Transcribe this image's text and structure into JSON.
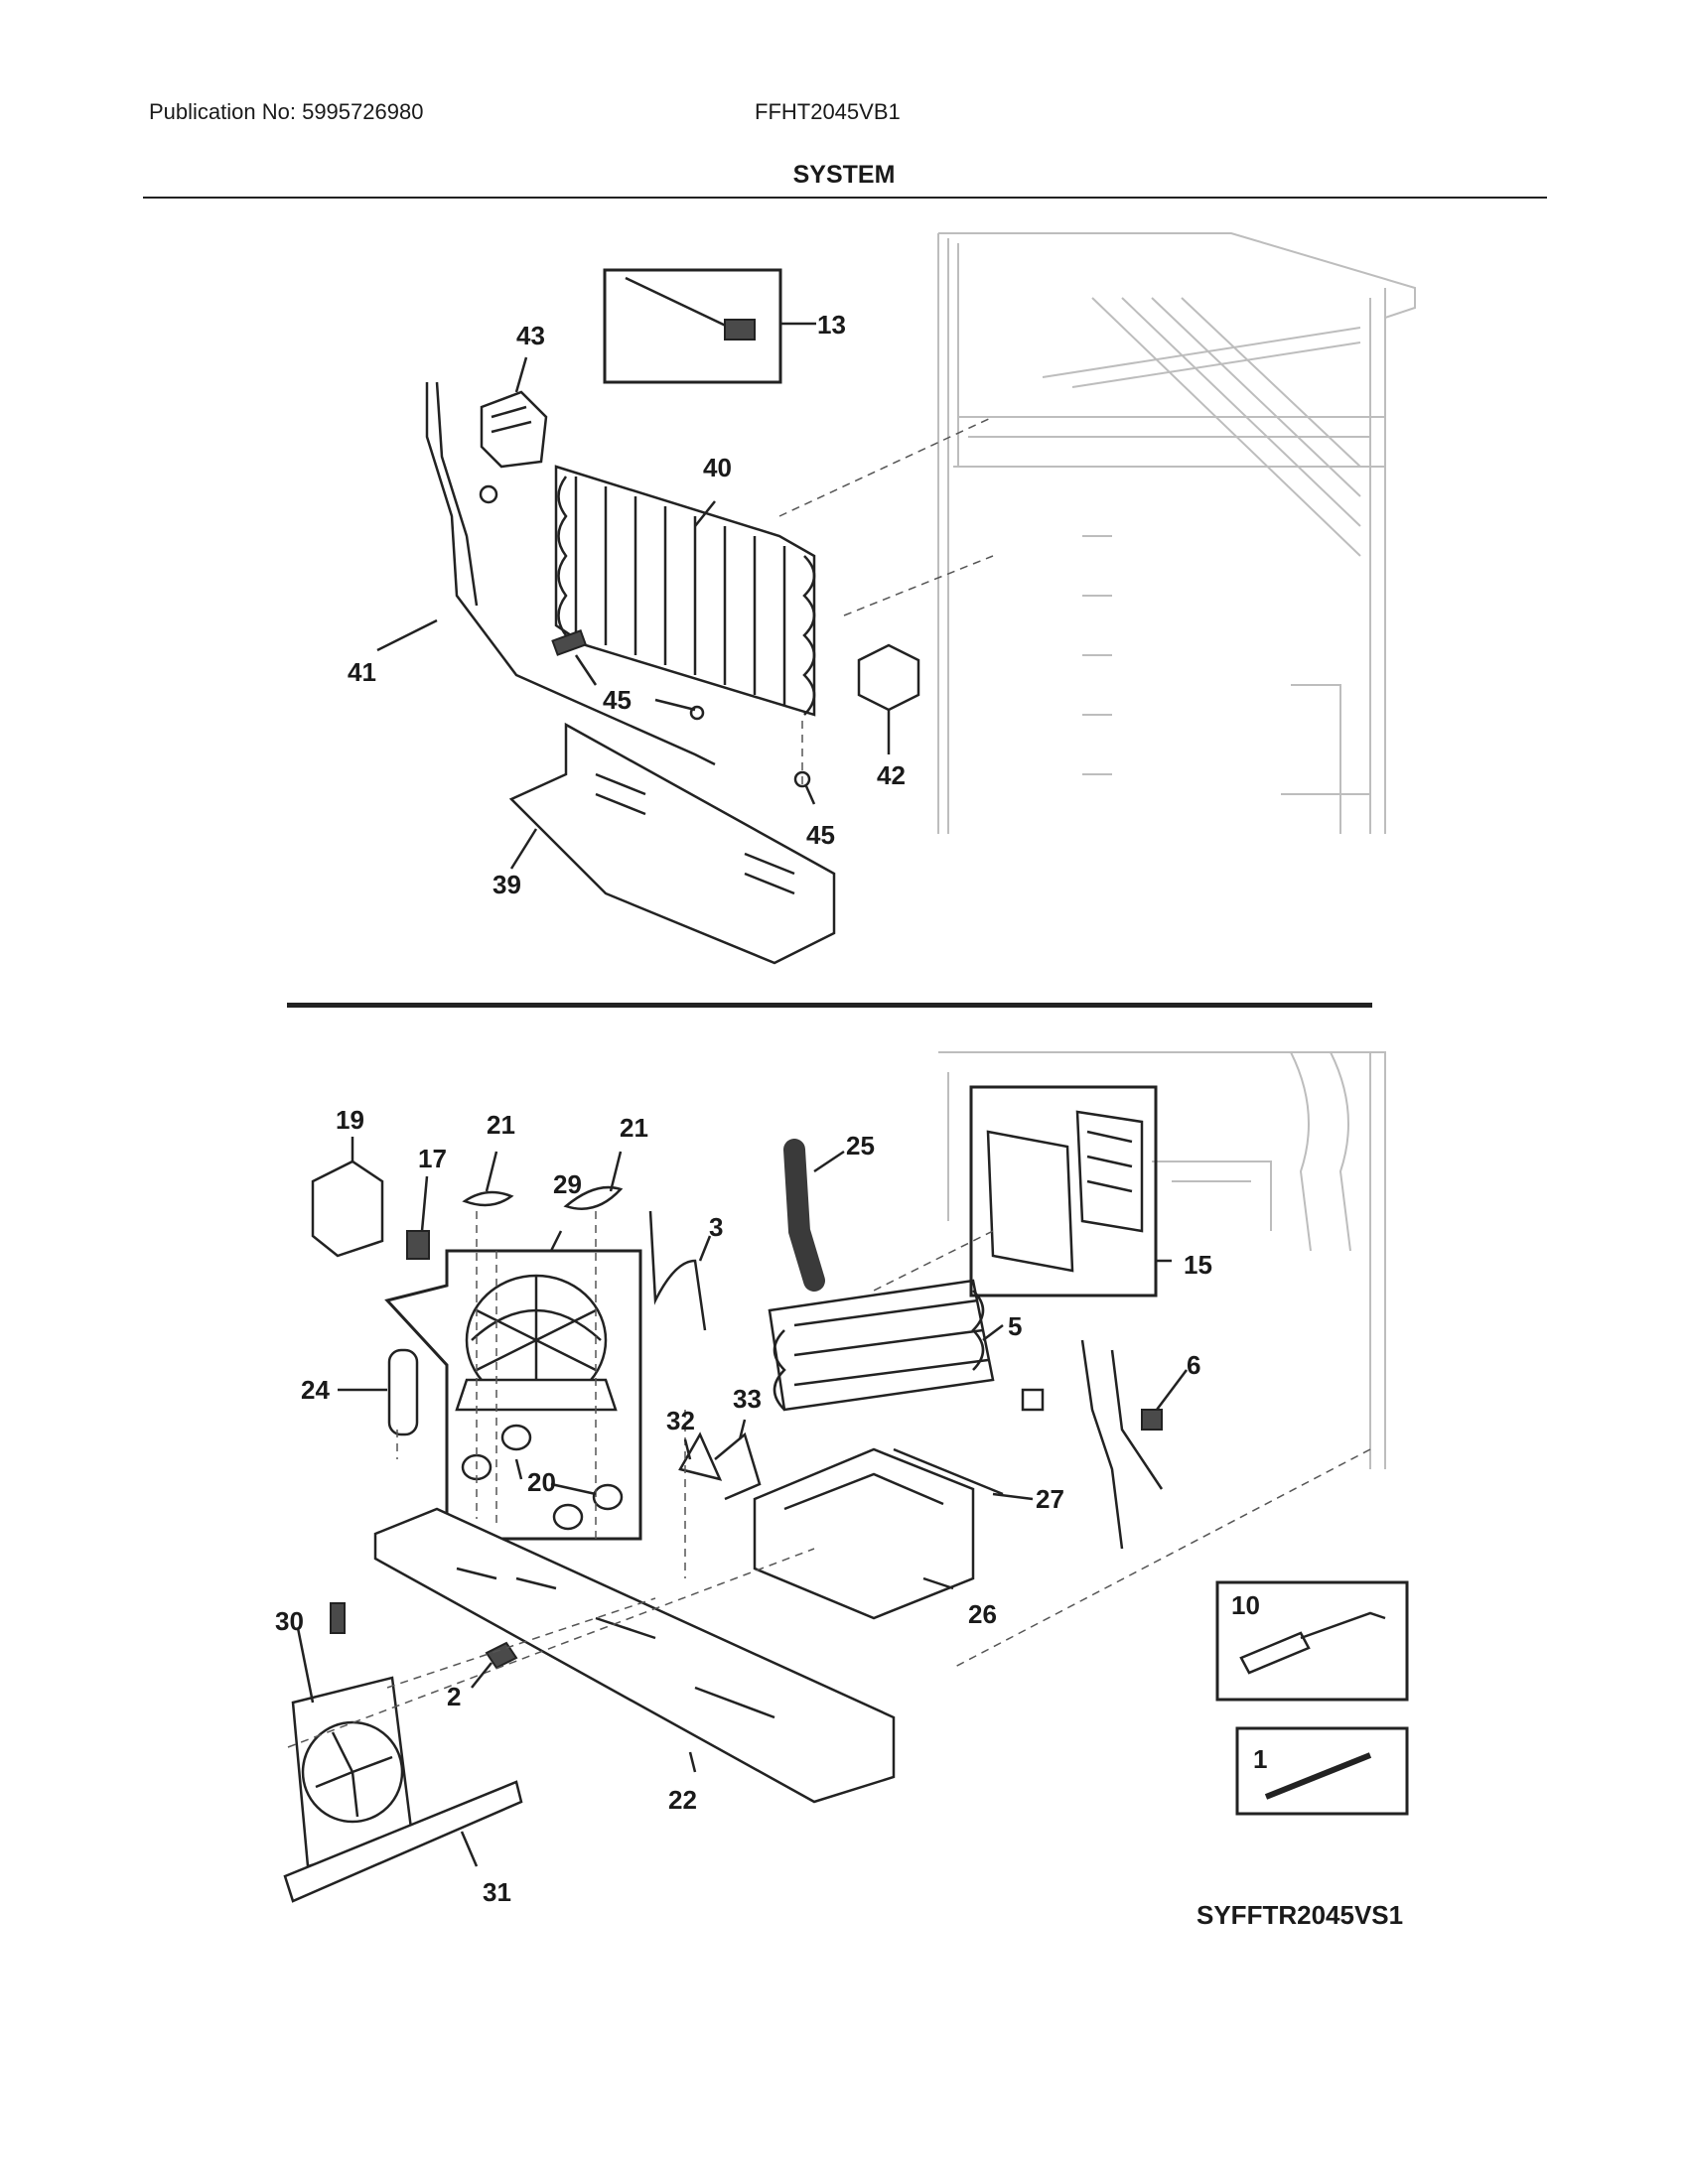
{
  "header": {
    "publication": "Publication No: 5995726980",
    "model": "FFHT2045VB1",
    "section": "SYSTEM"
  },
  "diagram_code": "SYFFTR2045VS1",
  "callouts": {
    "c43": "43",
    "c13": "13",
    "c40": "40",
    "c41": "41",
    "c45a": "45",
    "c42": "42",
    "c45b": "45",
    "c39": "39",
    "c19": "19",
    "c21a": "21",
    "c21b": "21",
    "c17": "17",
    "c29": "29",
    "c25": "25",
    "c3": "3",
    "c15": "15",
    "c5": "5",
    "c6": "6",
    "c24": "24",
    "c32": "32",
    "c33": "33",
    "c20": "20",
    "c27": "27",
    "c26": "26",
    "c30": "30",
    "c10": "10",
    "c2": "2",
    "c1": "1",
    "c22": "22",
    "c31": "31"
  }
}
